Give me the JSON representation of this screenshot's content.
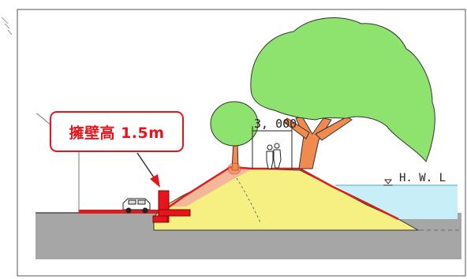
{
  "diagram": {
    "callout_label": "擁壁高 1.5m",
    "dimension_label": "3, 000",
    "water_level_label": "H. W. L"
  },
  "colors": {
    "accent_red": "#e8141c",
    "tree_foliage": "#8ee26e",
    "tree_trunk": "#f08a4e",
    "embankment_fill": "#f6ef82",
    "slope_band": "#f5b79a",
    "water": "#c8eef7",
    "ground": "#a6a6a6"
  }
}
